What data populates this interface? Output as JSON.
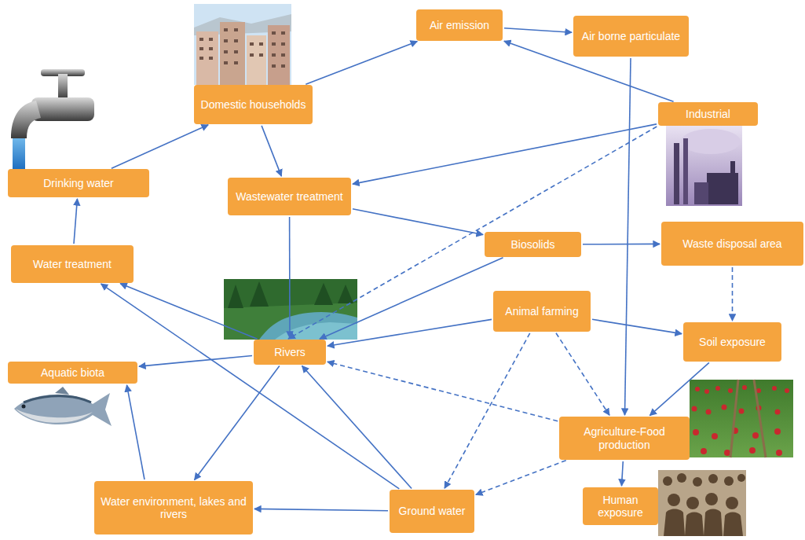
{
  "diagram": {
    "nodes": [
      {
        "text": [
          "Air emission"
        ]
      },
      {
        "text": [
          "Air borne particulate"
        ]
      },
      {
        "text": [
          "Domestic households"
        ]
      },
      {
        "text": [
          "Industrial"
        ]
      },
      {
        "text": [
          "Drinking water"
        ]
      },
      {
        "text": [
          "Wastewater treatment"
        ]
      },
      {
        "text": [
          "Biosolids"
        ]
      },
      {
        "text": [
          "Waste disposal area"
        ]
      },
      {
        "text": [
          "Water treatment"
        ]
      },
      {
        "text": [
          "Animal farming"
        ]
      },
      {
        "text": [
          "Soil exposure"
        ]
      },
      {
        "text": [
          "Rivers"
        ]
      },
      {
        "text": [
          "Aquatic biota"
        ]
      },
      {
        "text": [
          "Agriculture-Food production"
        ]
      },
      {
        "text": [
          "Human exposure"
        ]
      },
      {
        "text": [
          "Water environment, lakes and rivers"
        ]
      },
      {
        "text": [
          "Ground water"
        ]
      }
    ],
    "edges": [
      {
        "from": 4,
        "to": 2,
        "arrow": "to"
      },
      {
        "from": 8,
        "to": 4,
        "arrow": "to"
      },
      {
        "from": 2,
        "to": 0,
        "arrow": "to"
      },
      {
        "from": 0,
        "to": 1,
        "arrow": "to"
      },
      {
        "from": 3,
        "to": 0,
        "arrow": "to"
      },
      {
        "from": 2,
        "to": 5,
        "arrow": "to"
      },
      {
        "from": 3,
        "to": 5,
        "arrow": "to"
      },
      {
        "from": 3,
        "to": 11,
        "arrow": "to"
      },
      {
        "from": 5,
        "to": 11,
        "arrow": "to"
      },
      {
        "from": 5,
        "to": 6,
        "arrow": "to"
      },
      {
        "from": 6,
        "to": 7,
        "arrow": "to"
      },
      {
        "from": 6,
        "to": 11,
        "arrow": "to"
      },
      {
        "from": 7,
        "to": 10,
        "arrow": "to"
      },
      {
        "from": 1,
        "to": 13,
        "arrow": "to"
      },
      {
        "from": 9,
        "to": 11,
        "arrow": "to"
      },
      {
        "from": 9,
        "to": 10,
        "arrow": "to"
      },
      {
        "from": 9,
        "to": 16,
        "arrow": "to"
      },
      {
        "from": 9,
        "to": 13,
        "arrow": "to"
      },
      {
        "from": 10,
        "to": 13,
        "arrow": "to"
      },
      {
        "from": 13,
        "to": 11,
        "arrow": "to"
      },
      {
        "from": 13,
        "to": 16,
        "arrow": "to"
      },
      {
        "from": 13,
        "to": 14,
        "arrow": "to"
      },
      {
        "from": 11,
        "to": 8,
        "arrow": "to"
      },
      {
        "from": 11,
        "to": 12,
        "arrow": "to"
      },
      {
        "from": 11,
        "to": 15,
        "arrow": "to"
      },
      {
        "from": 16,
        "to": 11,
        "arrow": "to"
      },
      {
        "from": 16,
        "to": 8,
        "arrow": "to"
      },
      {
        "from": 16,
        "to": 15,
        "arrow": "to"
      },
      {
        "from": 15,
        "to": 12,
        "arrow": "to"
      }
    ]
  }
}
